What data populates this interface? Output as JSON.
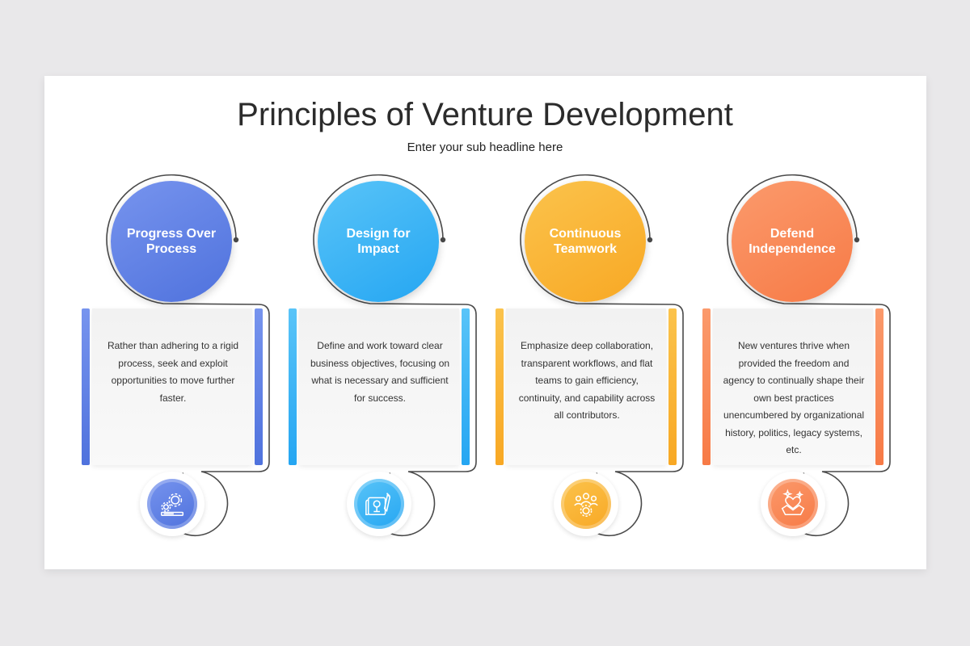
{
  "title": "Principles of Venture Development",
  "subtitle": "Enter your sub headline here",
  "steps": [
    {
      "heading": "Progress Over Process",
      "body": "Rather than adhering to a rigid process, seek and exploit opportunities to move further faster.",
      "icon": "gears-progress-icon",
      "color": "#4f72dd",
      "color_light": "#7794ee"
    },
    {
      "heading": "Design for Impact",
      "body": "Define and work toward clear business objectives, focusing on what is necessary and sufficient for success.",
      "icon": "blueprint-design-icon",
      "color": "#25a6f2",
      "color_light": "#59c4f8"
    },
    {
      "heading": "Continuous Teamwork",
      "body": "Emphasize deep collaboration, transparent workflows, and flat teams to gain efficiency, continuity, and capability across all contributors.",
      "icon": "team-collaboration-icon",
      "color": "#f8a824",
      "color_light": "#fbc34c"
    },
    {
      "heading": "Defend Independence",
      "body": "New ventures thrive when provided the freedom and agency to continually shape their own best practices unencumbered by organizational history, politics, legacy systems, etc.",
      "icon": "independence-hands-icon",
      "color": "#f77a46",
      "color_light": "#fb9a6c"
    }
  ]
}
